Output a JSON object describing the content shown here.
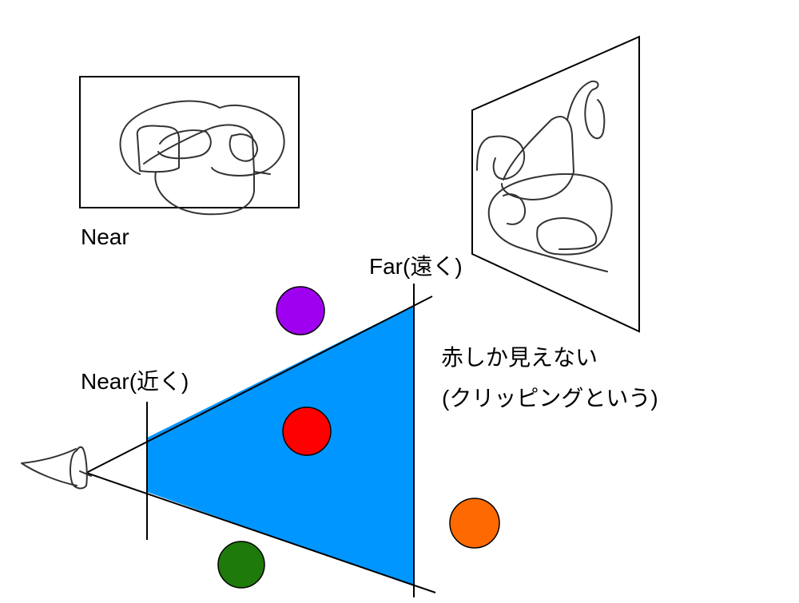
{
  "labels": {
    "near_top": "Near",
    "far_plane": "Far(遠く)",
    "near_plane": "Near(近く)",
    "note_line1": "赤しか見えない",
    "note_line2": "(クリッピングという)"
  },
  "colors": {
    "frustum_fill": "#0096FF",
    "ball_purple": "#A000F0",
    "ball_red": "#FF0000",
    "ball_orange": "#FF6A00",
    "ball_green": "#1E7A0A",
    "line": "#000000",
    "scribble": "#333333"
  },
  "icons": [
    "camera-eye-icon"
  ]
}
